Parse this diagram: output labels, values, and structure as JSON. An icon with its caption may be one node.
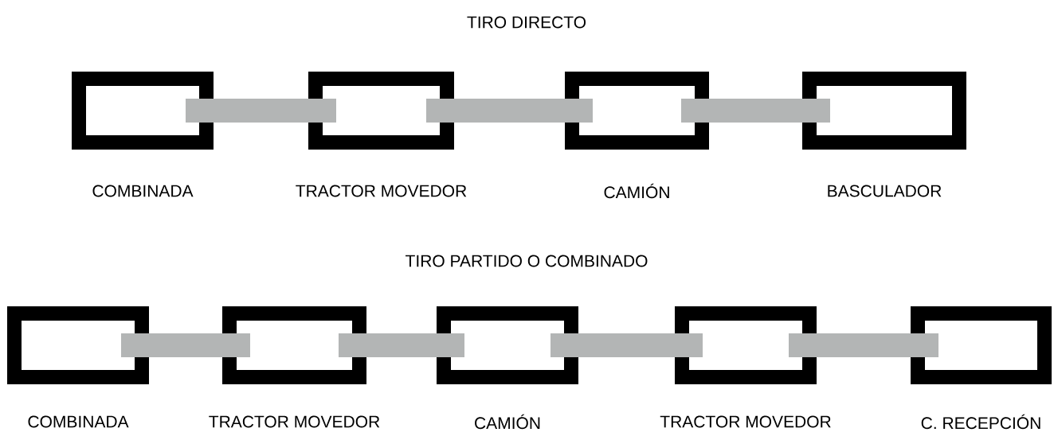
{
  "diagram": {
    "nodes": [
      {
        "text": [
          "COMBINADA"
        ]
      },
      {
        "text": [
          "TRACTOR MOVEDOR"
        ]
      },
      {
        "text": [
          "CAMIÓN"
        ]
      },
      {
        "text": [
          "BASCULADOR"
        ]
      },
      {
        "text": [
          "COMBINADA"
        ]
      },
      {
        "text": [
          "TRACTOR MOVEDOR"
        ]
      },
      {
        "text": [
          "CAMIÓN"
        ]
      },
      {
        "text": [
          "TRACTOR MOVEDOR"
        ]
      },
      {
        "text": [
          "C. RECEPCIÓN"
        ]
      }
    ],
    "edges": [
      {
        "from": 0,
        "to": 1,
        "arrow": "none"
      },
      {
        "from": 1,
        "to": 2,
        "arrow": "none"
      },
      {
        "from": 2,
        "to": 3,
        "arrow": "none"
      },
      {
        "from": 4,
        "to": 5,
        "arrow": "none"
      },
      {
        "from": 5,
        "to": 6,
        "arrow": "none"
      },
      {
        "from": 6,
        "to": 7,
        "arrow": "none"
      },
      {
        "from": 7,
        "to": 8,
        "arrow": "none"
      }
    ],
    "labels": [
      "TIRO DIRECTO",
      "TIRO PARTIDO O COMBINADO"
    ]
  }
}
